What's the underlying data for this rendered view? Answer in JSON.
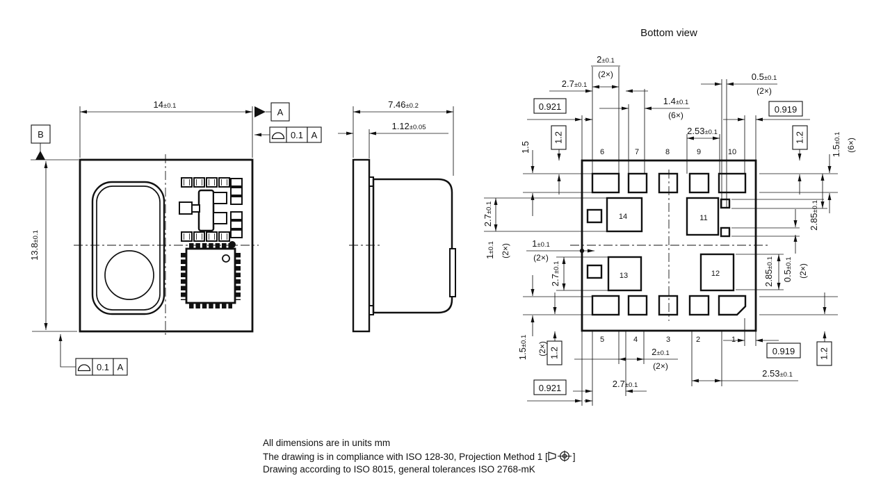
{
  "title": "Bottom view",
  "front_view": {
    "width": {
      "v": "14",
      "t": "±0.1"
    },
    "height": {
      "v": "13.8",
      "t": "±0.1"
    },
    "datum_a": "A",
    "datum_b": "B",
    "fcf": {
      "symbol": "profile-of-surface",
      "tolerance": "0.1",
      "datum": "A"
    }
  },
  "side_view": {
    "depth": {
      "v": "7.46",
      "t": "±0.2"
    },
    "pcb_thickness": {
      "v": "1.12",
      "t": "±0.05"
    }
  },
  "bottom_view": {
    "pads": {
      "top": [
        "6",
        "7",
        "8",
        "9",
        "10"
      ],
      "bottom": [
        "5",
        "4",
        "3",
        "2",
        "1"
      ],
      "center": [
        "14",
        "11",
        "13",
        "12"
      ]
    },
    "dims": {
      "pitch2_top": {
        "v": "2",
        "t": "±0.1",
        "count": "(2×)"
      },
      "d27_top": {
        "v": "2.7",
        "t": "±0.1"
      },
      "pad_w": {
        "v": "1.4",
        "t": "±0.1",
        "count": "(6×)"
      },
      "d05_top": {
        "v": "0.5",
        "t": "±0.1",
        "count": "(2×)"
      },
      "d253_top": {
        "v": "2.53",
        "t": "±0.1"
      },
      "d15_left": {
        "v": "1.5"
      },
      "d27_left_a": {
        "v": "2.7",
        "t": "±0.1"
      },
      "d1_left": {
        "v": "1",
        "t": "±0.1",
        "count": "(2×)"
      },
      "d27_left_b": {
        "v": "2.7",
        "t": "±0.1"
      },
      "d15_bl": {
        "v": "1.5",
        "t": "±0.1",
        "count": "(2×)"
      },
      "pad_h": {
        "v": "1.5",
        "t": "±0.1",
        "count": "(6×)"
      },
      "d285_right_a": {
        "v": "2.85",
        "t": "±0.1"
      },
      "d285_right_b": {
        "v": "2.85",
        "t": "±0.1"
      },
      "d05_right": {
        "v": "0.5",
        "t": "±0.1",
        "count": "(2×)"
      },
      "pitch2_bottom": {
        "v": "2",
        "t": "±0.1",
        "count": "(2×)"
      },
      "d27_bottom": {
        "v": "2.7",
        "t": "±0.1"
      },
      "d253_bottom": {
        "v": "2.53",
        "t": "±0.1"
      },
      "ref_0921": "0.921",
      "ref_0919": "0.919",
      "ref_12": "1.2"
    }
  },
  "notes": {
    "line1": "All dimensions are in units mm",
    "line2_prefix": "The drawing is in compliance with ISO 128-30, Projection Method 1 [",
    "line2_suffix": "]",
    "line3": "Drawing according to ISO 8015, general tolerances ISO 2768-mK"
  },
  "colors": {
    "line": "#111111",
    "background": "#ffffff"
  }
}
